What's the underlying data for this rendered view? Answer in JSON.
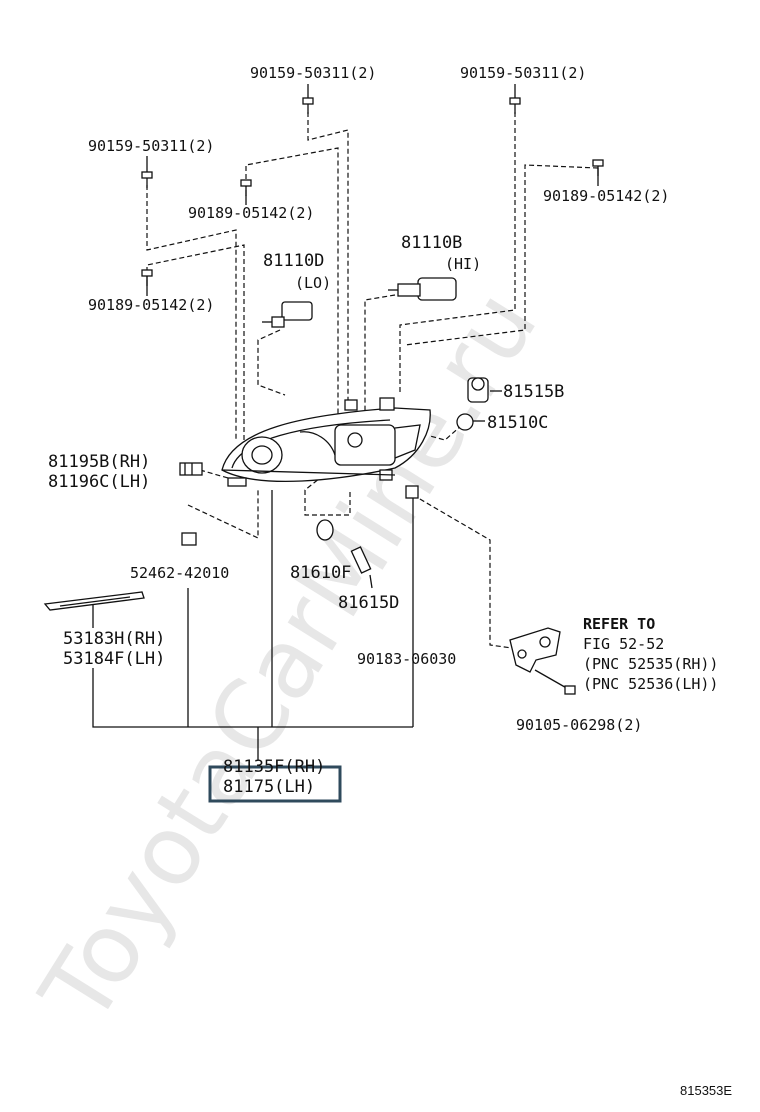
{
  "watermark": "ToyotaCarMine.ru",
  "figure_id": "815353E",
  "labels": {
    "bolt_top_left": "90159-50311(2)",
    "bolt_top_right": "90159-50311(2)",
    "bolt_left": "90159-50311(2)",
    "screw_mid_left": "90189-05142(2)",
    "screw_right": "90189-05142(2)",
    "screw_low_left": "90189-05142(2)",
    "bulb_lo_pn": "81110D",
    "bulb_lo_note": "(LO)",
    "bulb_hi_pn": "81110B",
    "bulb_hi_note": "(HI)",
    "socket": "81515B",
    "cap": "81510C",
    "adjuster_rh": "81195B(RH)",
    "adjuster_lh": "81196C(LH)",
    "clip": "52462-42010",
    "bulb_small": "81610F",
    "bulb_wedge": "81615D",
    "nut": "90183-06030",
    "molding_rh": "53183H(RH)",
    "molding_lh": "53184F(LH)",
    "refer_to": "REFER TO",
    "refer_fig": "FIG 52-52",
    "refer_rh": "(PNC 52535(RH))",
    "refer_lh": "(PNC 52536(LH))",
    "bracket_bolt": "90105-06298(2)",
    "assembly_rh": "81135F(RH)",
    "assembly_lh": "81175(LH)"
  },
  "colors": {
    "line": "#111111",
    "highlight_box": "#2f4a5c",
    "watermark": "#e7e7e7"
  }
}
